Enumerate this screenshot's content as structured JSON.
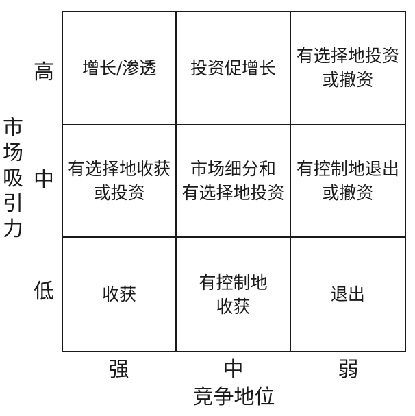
{
  "y_axis_title": [
    "市",
    "场",
    "吸",
    "引",
    "力"
  ],
  "x_axis_title": "竞争地位",
  "row_labels": [
    "高",
    "中",
    "低"
  ],
  "col_labels": [
    "强",
    "中",
    "弱"
  ],
  "cells": [
    [
      "增长/渗透",
      "投资促增长",
      "有选择地投资\n或撤资"
    ],
    [
      "有选择地收获\n或投资",
      "市场细分和\n有选择地投资",
      "有控制地退出\n或撤资"
    ],
    [
      "收获",
      "有控制地\n收获",
      "退出"
    ]
  ]
}
